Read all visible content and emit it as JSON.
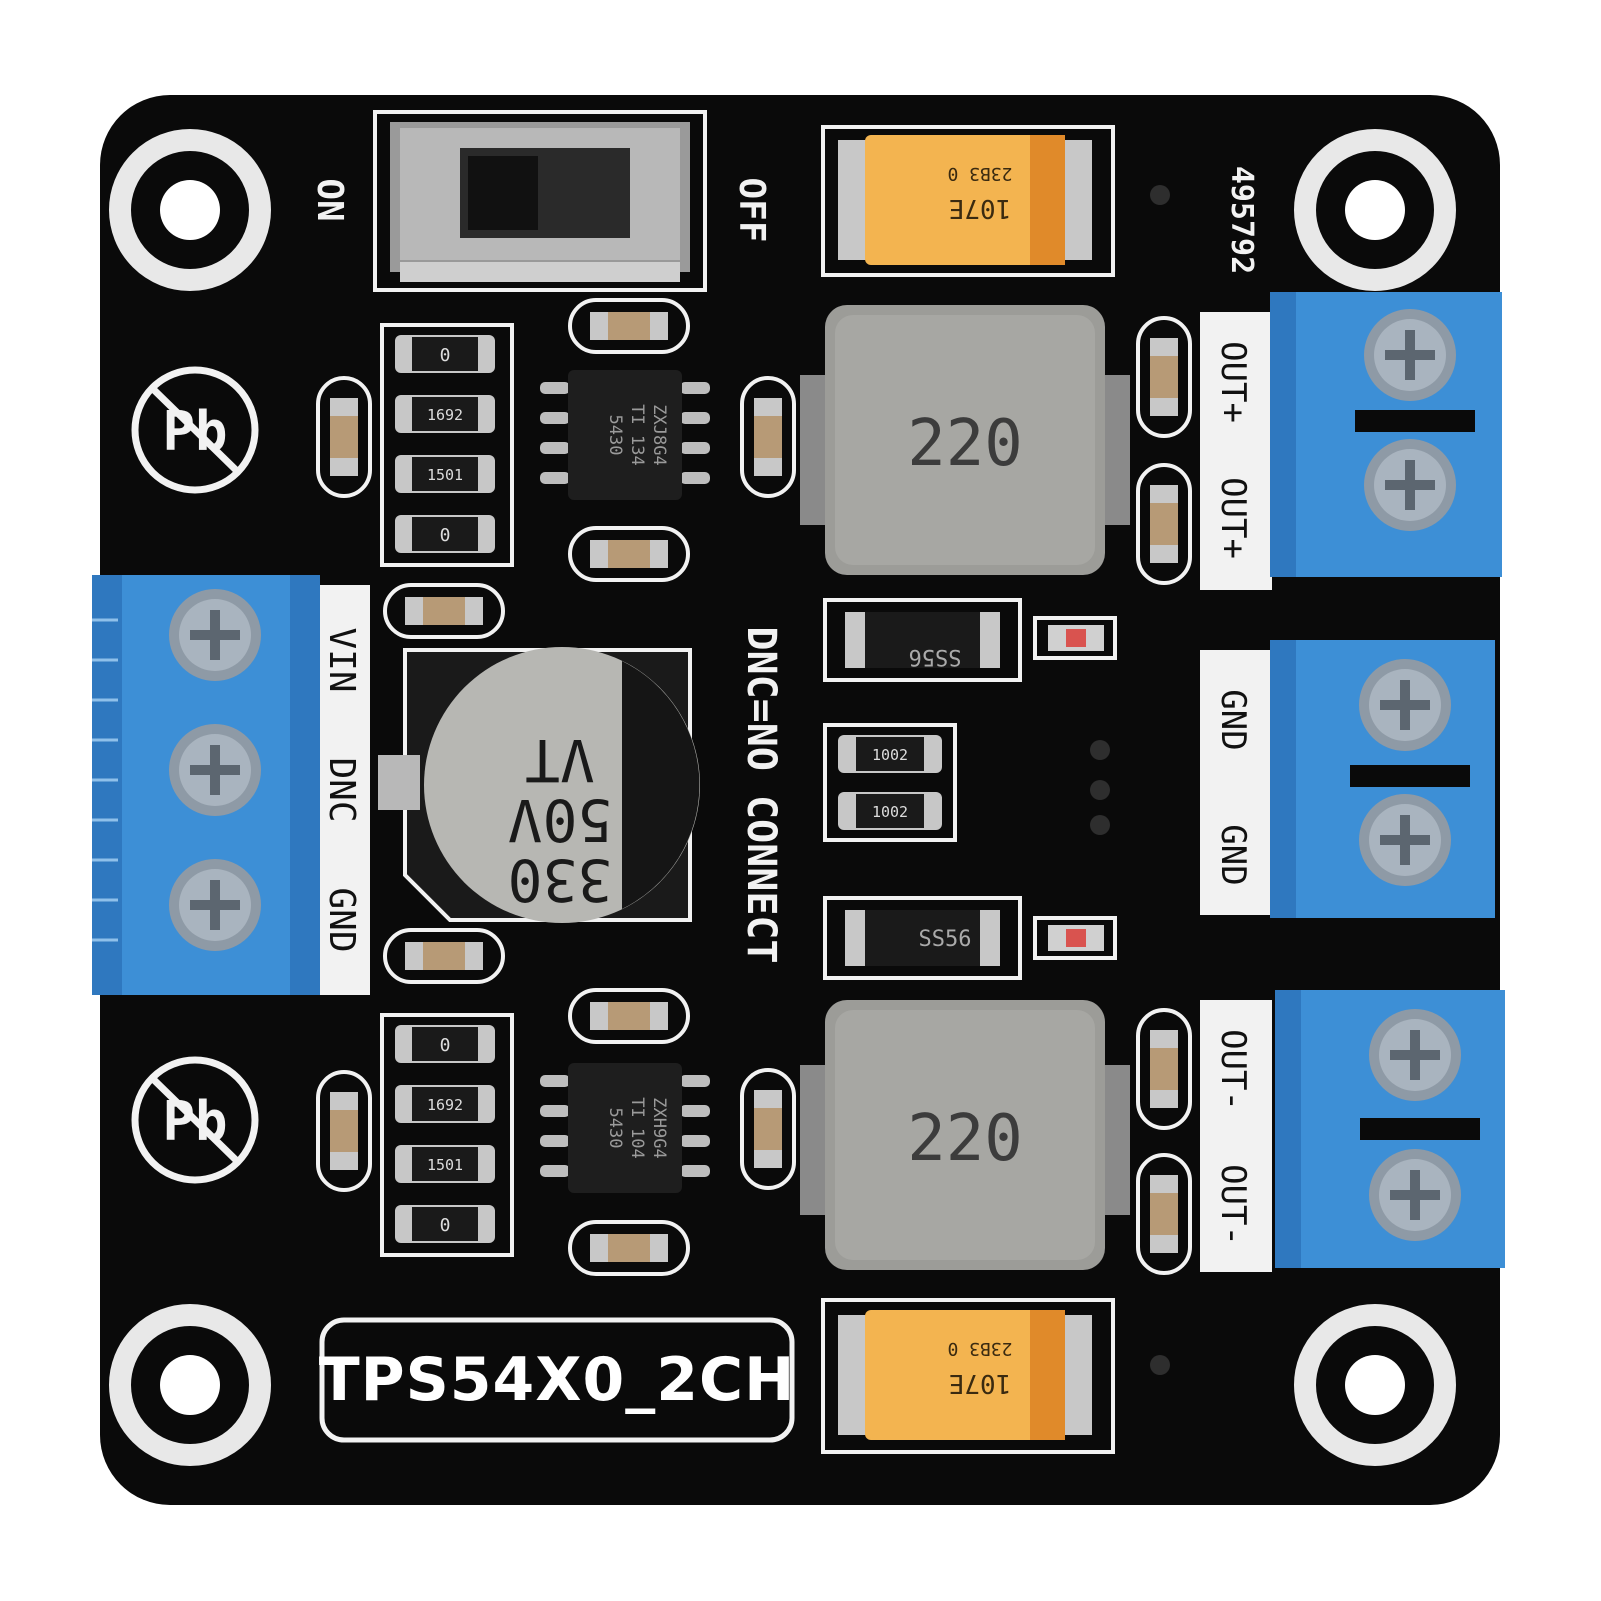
{
  "board": {
    "name": "TPS54X0_2CH",
    "serial": "495792",
    "pcb_color": "#0a0a0a",
    "terminal_color": "#3d8fd6",
    "silkscreen_color": "#f2f2f2"
  },
  "switch": {
    "on_label": "ON",
    "off_label": "OFF"
  },
  "input_terminal": {
    "labels": [
      "VIN",
      "DNC",
      "GND"
    ]
  },
  "output_terminals": {
    "positive": [
      "OUT+",
      "OUT+"
    ],
    "ground": [
      "GND",
      "GND"
    ],
    "negative": [
      "OUT-",
      "OUT-"
    ]
  },
  "notice": "DNC=NO CONNECT",
  "lead_free_mark": "Pb",
  "inductors": {
    "top": "220",
    "bottom": "220"
  },
  "electrolytic_cap": {
    "value": "330",
    "voltage": "50V",
    "series": "VT"
  },
  "tantalum_caps": {
    "code": "107E",
    "date": "23B3 0"
  },
  "diodes": {
    "top": "SS56",
    "bottom": "SS56"
  },
  "regulators": {
    "top": [
      "5430",
      "TI 134",
      "ZXJ8G4"
    ],
    "bottom": [
      "5430",
      "TI 104",
      "ZXH9G4"
    ]
  },
  "resistors": {
    "zero": "0",
    "r1692": "1692",
    "r1501": "1501",
    "r1002": "1002"
  }
}
